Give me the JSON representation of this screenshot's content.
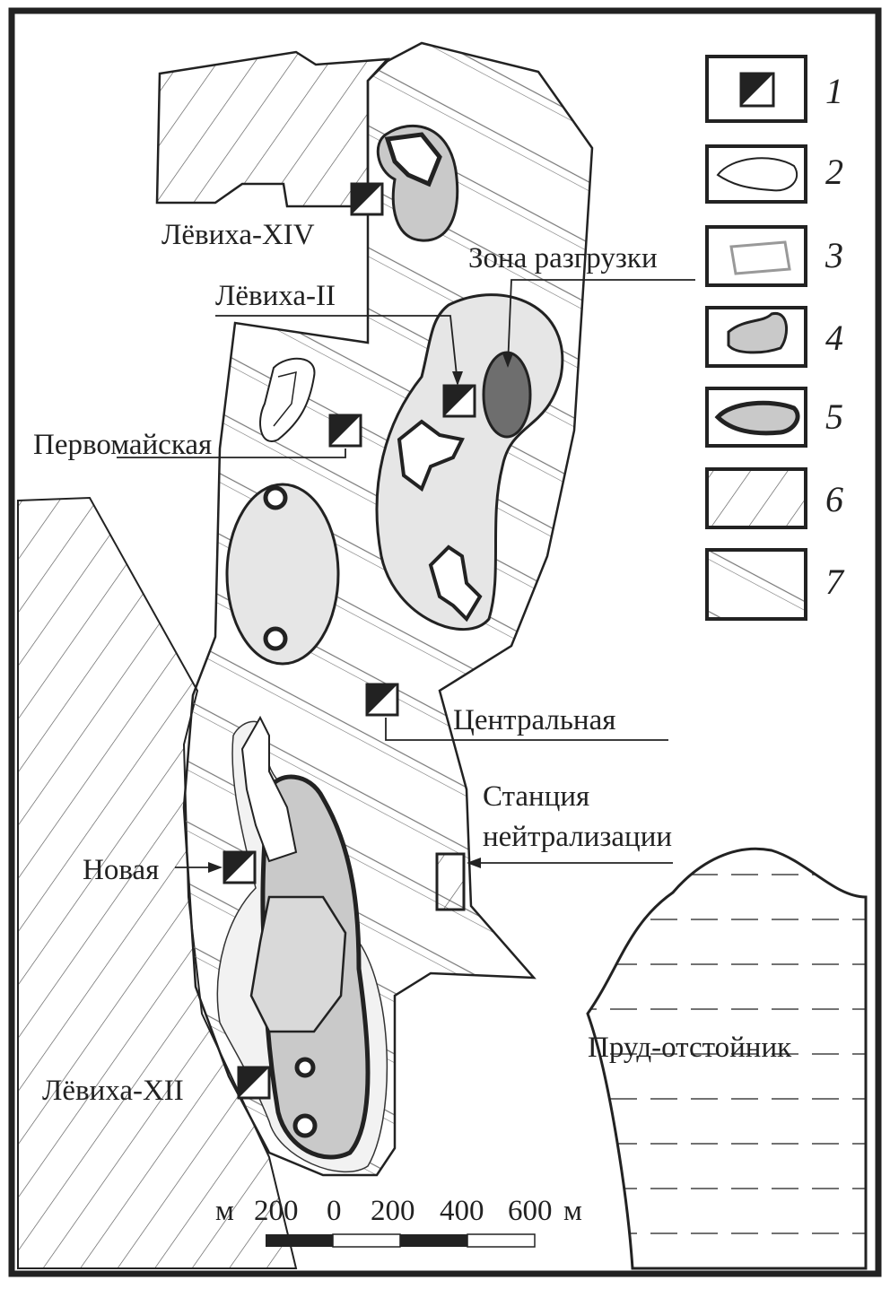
{
  "labels": {
    "levikha_xiv": "Лёвиха-XIV",
    "levikha_ii": "Лёвиха-II",
    "discharge_zone": "Зона разгрузки",
    "pervomaiskaya": "Первомайская",
    "tsentralnaya": "Центральная",
    "station_line1": "Станция",
    "station_line2": "нейтрализации",
    "novaya": "Новая",
    "levikha_xii": "Лёвиха-XII",
    "pond": "Пруд-отстойник"
  },
  "legend": [
    {
      "number": "1",
      "icon": "mine-shaft-icon"
    },
    {
      "number": "2",
      "icon": "open-pit-icon"
    },
    {
      "number": "3",
      "icon": "reclaimed-pit-icon"
    },
    {
      "number": "4",
      "icon": "dump-icon"
    },
    {
      "number": "5",
      "icon": "collapse-zone-icon"
    },
    {
      "number": "6",
      "icon": "hatch-type-6-icon"
    },
    {
      "number": "7",
      "icon": "hatch-type-7-icon"
    }
  ],
  "scale": {
    "unit_left": "м",
    "ticks": [
      "200",
      "0",
      "200",
      "400",
      "600"
    ],
    "unit_right": "м"
  },
  "colors": {
    "dump": "#c9c9c9",
    "zone": "#e6e6e6",
    "collapse": "#6e6e6e",
    "ink": "#222222"
  }
}
